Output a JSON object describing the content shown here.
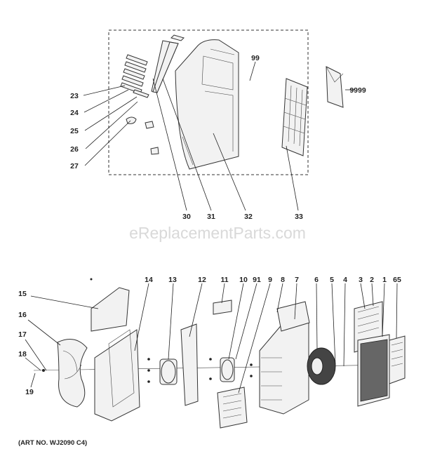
{
  "watermark": "eReplacementParts.com",
  "art_number": "(ART NO. WJ2090 C4)",
  "callouts_top": [
    "23",
    "24",
    "25",
    "26",
    "27",
    "30",
    "31",
    "32",
    "33",
    "99",
    "9999"
  ],
  "callouts_bottom": [
    "15",
    "14",
    "13",
    "12",
    "11",
    "10",
    "91",
    "9",
    "8",
    "7",
    "6",
    "5",
    "4",
    "3",
    "2",
    "1",
    "65",
    "16",
    "17",
    "18",
    "19"
  ]
}
